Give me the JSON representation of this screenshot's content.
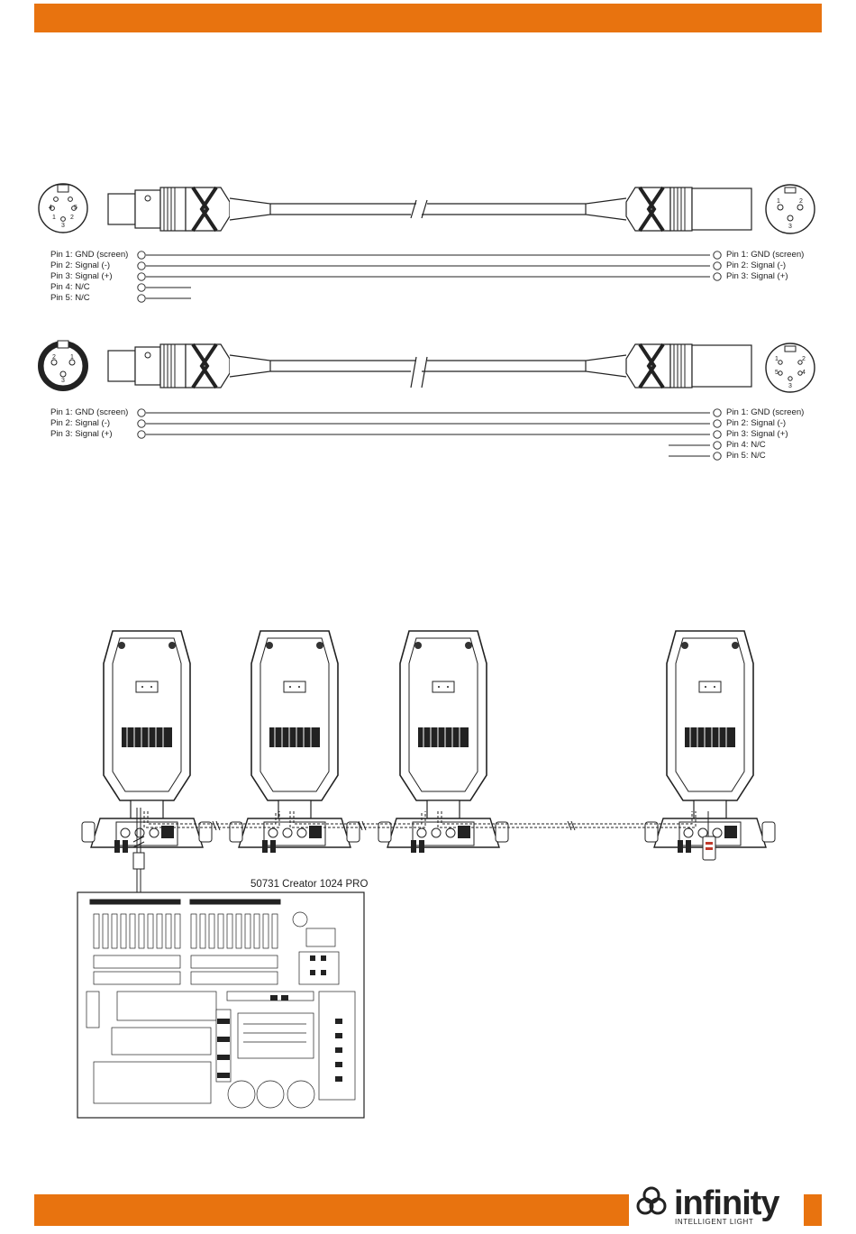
{
  "colors": {
    "accent": "#e8730f"
  },
  "cable1": {
    "left_pins": [
      "Pin 1: GND (screen)",
      "Pin 2: Signal (-)",
      "Pin 3: Signal (+)",
      "Pin 4: N/C",
      "Pin 5: N/C"
    ],
    "right_pins": [
      "Pin 1: GND (screen)",
      "Pin 2: Signal (-)",
      "Pin 3: Signal (+)"
    ],
    "left_connector_numbers": [
      "4",
      "5",
      "1",
      "3",
      "2"
    ],
    "right_connector_numbers": [
      "1",
      "2",
      "3"
    ]
  },
  "cable2": {
    "left_pins": [
      "Pin 1: GND (screen)",
      "Pin 2: Signal (-)",
      "Pin 3: Signal (+)"
    ],
    "right_pins": [
      "Pin 1: GND (screen)",
      "Pin 2: Signal (-)",
      "Pin 3: Signal (+)",
      "Pin 4: N/C",
      "Pin 5: N/C"
    ],
    "left_connector_numbers": [
      "2",
      "1",
      "3"
    ],
    "right_connector_numbers": [
      "1",
      "5",
      "2",
      "4",
      "3"
    ]
  },
  "console": {
    "title": "50731 Creator 1024 PRO"
  },
  "brand": {
    "name": "infinity",
    "tagline": "INTELLIGENT LIGHT"
  }
}
